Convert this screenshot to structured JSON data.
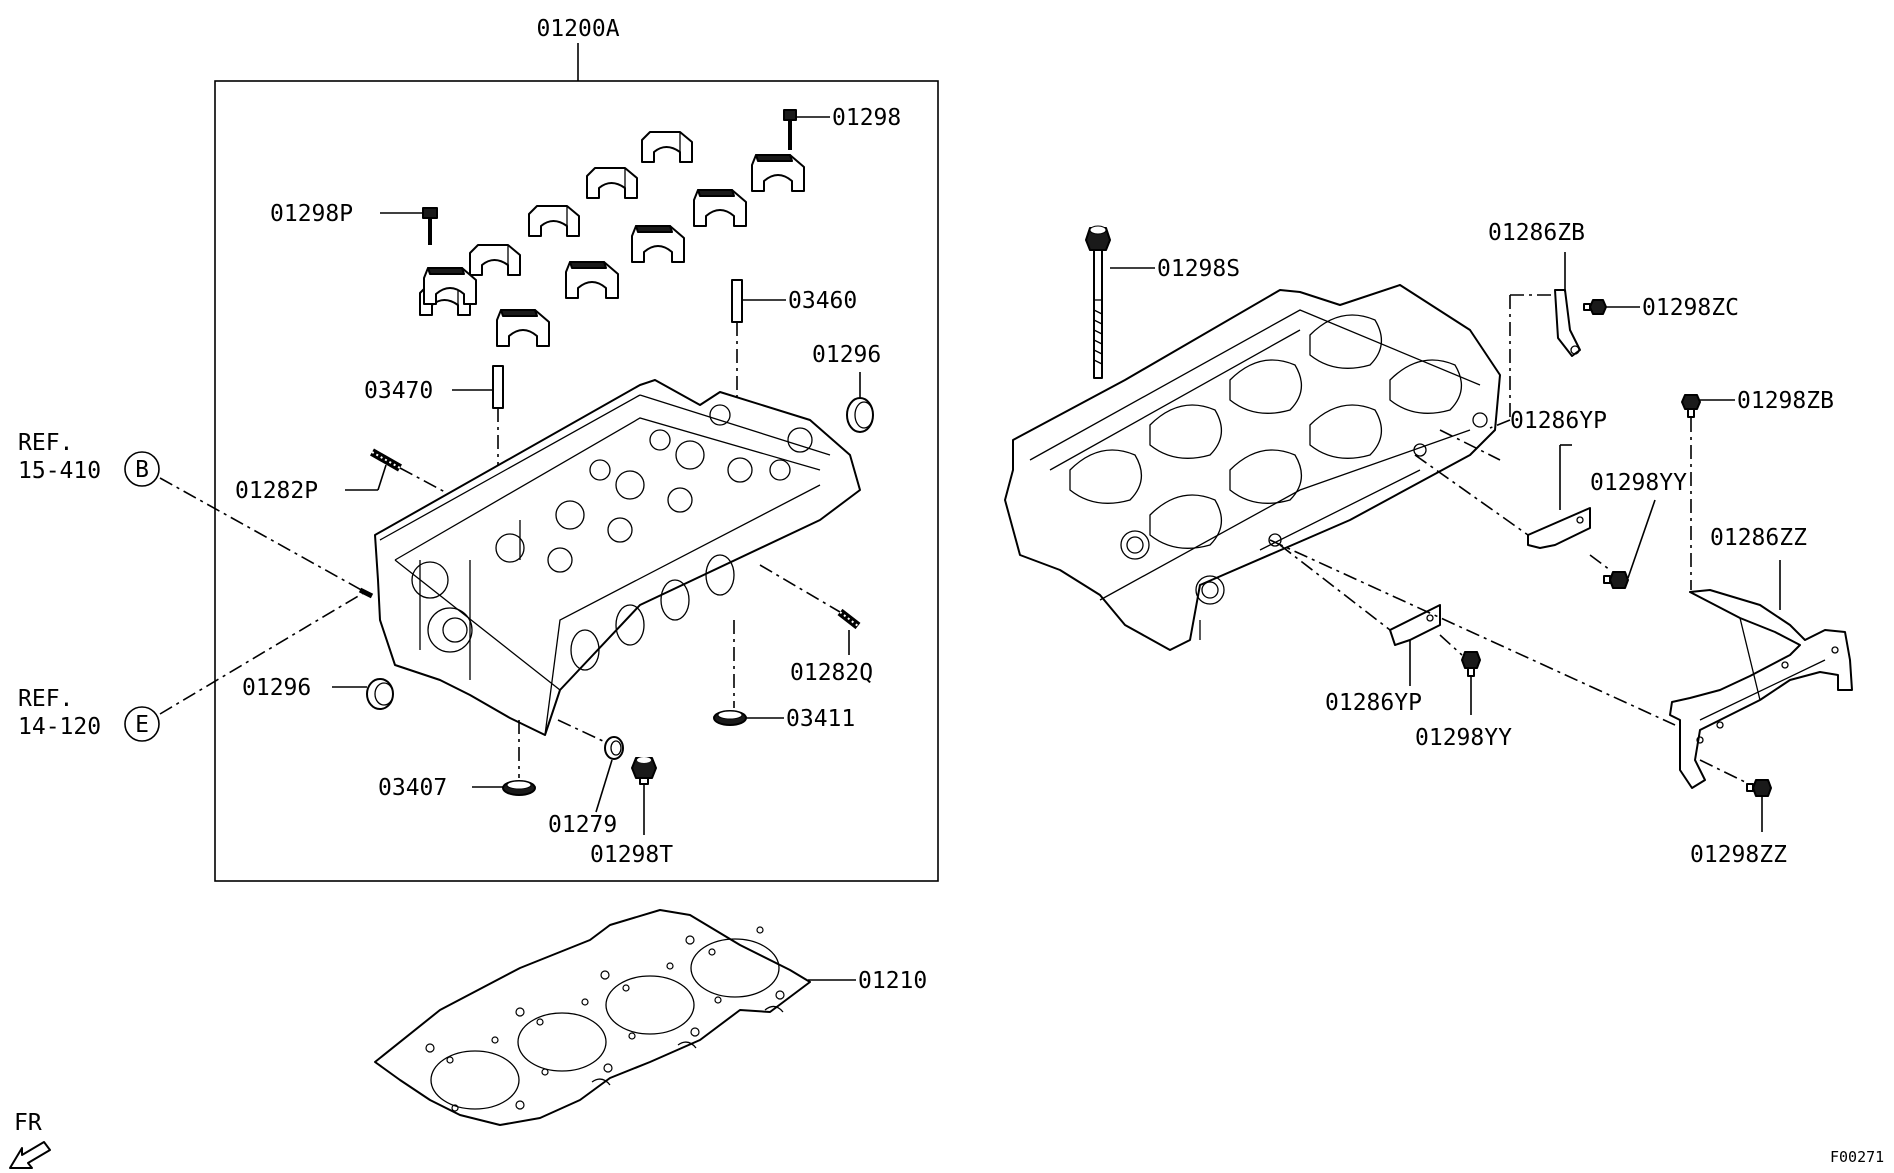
{
  "diagram": {
    "assembly_label": "01200A",
    "figure_code": "F00271",
    "front_indicator": "FR",
    "labels": {
      "p01298": "01298",
      "p01298P": "01298P",
      "p03460": "03460",
      "p01296_top": "01296",
      "p03470": "03470",
      "p01282P": "01282P",
      "p01282Q": "01282Q",
      "p01296_left": "01296",
      "p03411": "03411",
      "p03407": "03407",
      "p01279": "01279",
      "p01298T": "01298T",
      "p01210": "01210",
      "p01298S": "01298S",
      "p01286ZB": "01286ZB",
      "p01298ZC": "01298ZC",
      "p01298ZB": "01298ZB",
      "p01286YP_upper": "01286YP",
      "p01298YY_upper": "01298YY",
      "p01286ZZ": "01286ZZ",
      "p01286YP_lower": "01286YP",
      "p01298YY_lower": "01298YY",
      "p01298ZZ": "01298ZZ"
    },
    "references": [
      {
        "ref": "REF.",
        "code": "15-410",
        "letter": "B"
      },
      {
        "ref": "REF.",
        "code": "14-120",
        "letter": "E"
      }
    ]
  }
}
